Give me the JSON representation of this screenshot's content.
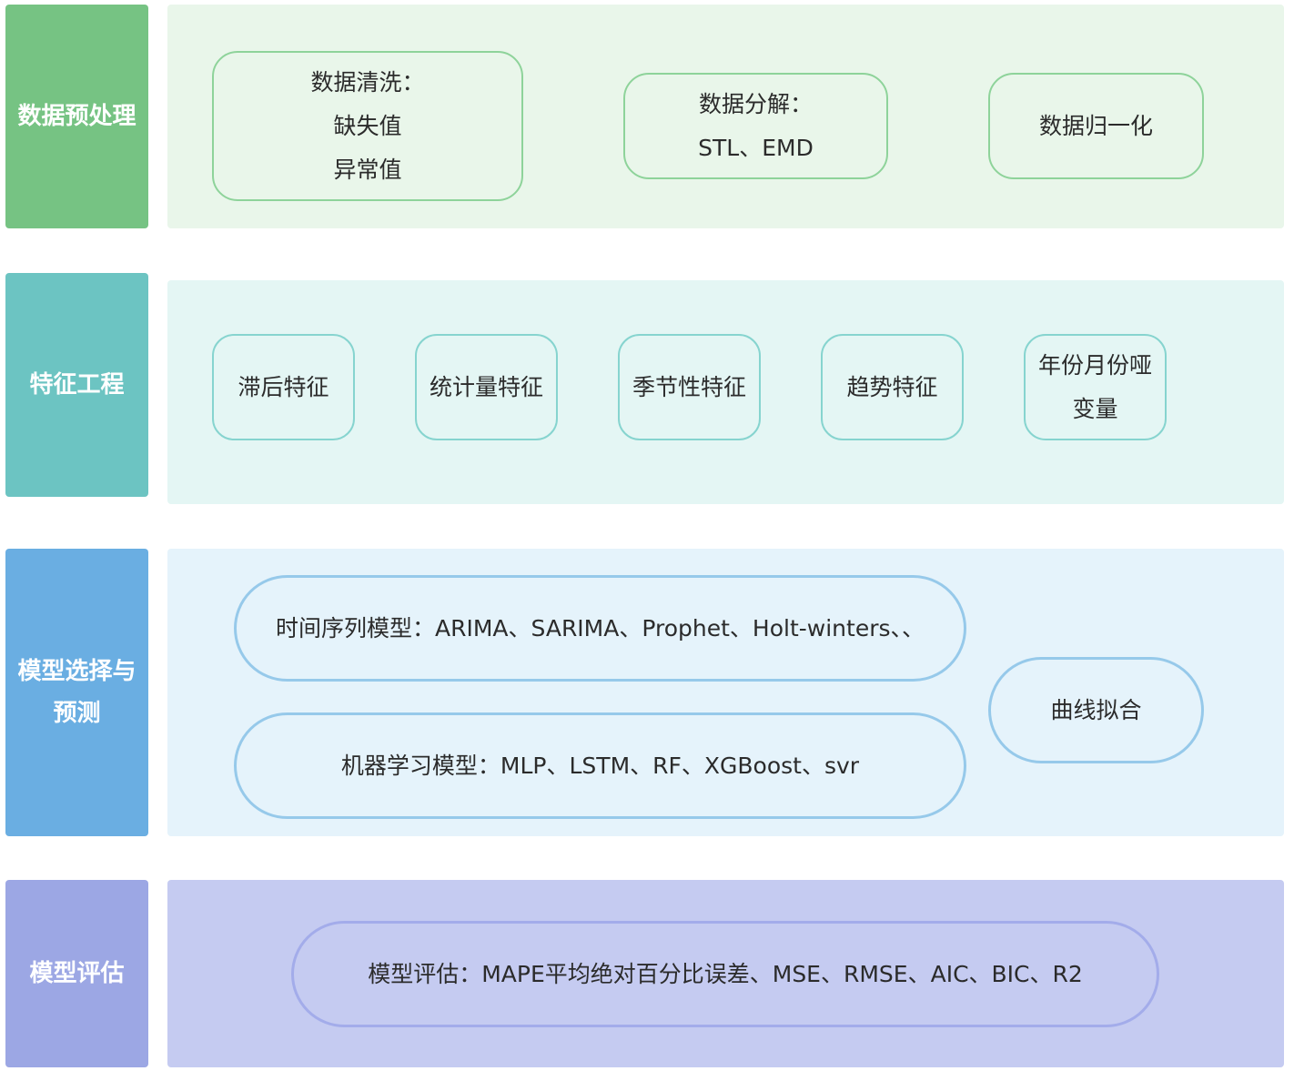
{
  "rows": {
    "preprocessing": {
      "label": "数据预处理",
      "nodes": [
        {
          "lines": [
            "数据清洗：",
            "缺失值",
            "异常值"
          ]
        },
        {
          "lines": [
            "数据分解：",
            "STL、EMD"
          ]
        },
        {
          "lines": [
            "数据归一化"
          ]
        }
      ]
    },
    "feature": {
      "label": "特征工程",
      "nodes": [
        {
          "lines": [
            "滞后特征"
          ]
        },
        {
          "lines": [
            "统计量特征"
          ]
        },
        {
          "lines": [
            "季节性特征"
          ]
        },
        {
          "lines": [
            "趋势特征"
          ]
        },
        {
          "lines": [
            "年份月份哑",
            "变量"
          ]
        }
      ]
    },
    "model": {
      "label": "模型选择与预测",
      "nodes": [
        {
          "lines": [
            "时间序列模型：ARIMA、SARIMA、Prophet、Holt-winters、、"
          ]
        },
        {
          "lines": [
            "机器学习模型：MLP、LSTM、RF、XGBoost、svr"
          ]
        },
        {
          "lines": [
            "曲线拟合"
          ]
        }
      ]
    },
    "evaluation": {
      "label": "模型评估",
      "nodes": [
        {
          "lines": [
            "模型评估：MAPE平均绝对百分比误差、MSE、RMSE、AIC、BIC、R2"
          ]
        }
      ]
    }
  },
  "colors": {
    "preprocessing_label": "#76c383",
    "preprocessing_panel": "#e9f6ea",
    "feature_label": "#6cc4c2",
    "feature_panel": "#e4f6f4",
    "model_label": "#6aaee2",
    "model_panel": "#e5f3fb",
    "evaluation_label": "#9ca7e4",
    "evaluation_panel": "#c5cbf1"
  }
}
